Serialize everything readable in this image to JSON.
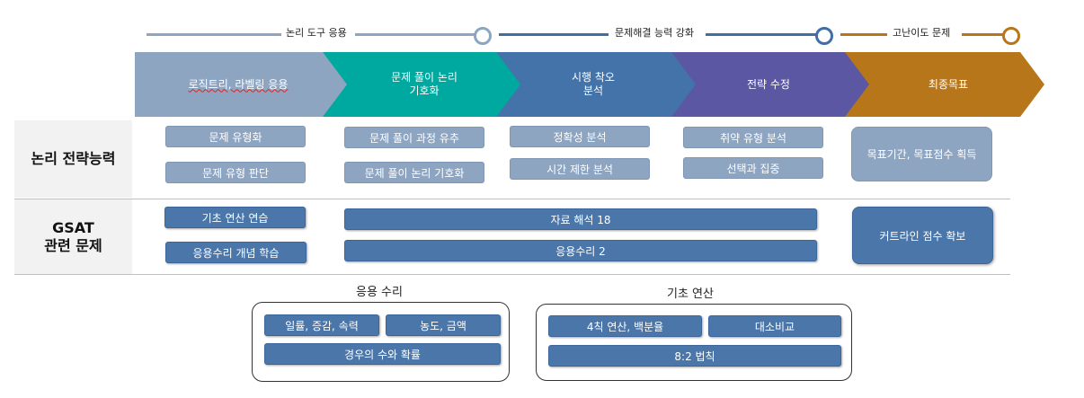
{
  "timeline": [
    {
      "label": "논리 도구 응용",
      "color": "#8ea5c2"
    },
    {
      "label": "문제해결 능력 강화",
      "color": "#3f6fa5"
    },
    {
      "label": "고난이도 문제",
      "color": "#b8761a"
    }
  ],
  "stages": [
    {
      "label": "로직트리, 라벨링 응용",
      "color": "#8ea5c2"
    },
    {
      "label": "문제 풀이 논리\n기호화",
      "color": "#00a9a0"
    },
    {
      "label": "시행 착오\n분석",
      "color": "#4373a9"
    },
    {
      "label": "전략 수정",
      "color": "#5b57a3"
    },
    {
      "label": "최종목표",
      "color": "#b8761a"
    }
  ],
  "rows": {
    "logic": {
      "header": "논리 전략능력"
    },
    "gsat": {
      "header": "GSAT\n관련 문제"
    }
  },
  "logic_items": {
    "col1": [
      "문제 유형화",
      "문제 유형 판단"
    ],
    "col2": [
      "문제 풀이 과정 유추",
      "문제 풀이 논리 기호화"
    ],
    "col3": [
      "정확성 분석",
      "시간 제한 분석"
    ],
    "col4": [
      "취약 유형 분석",
      "선택과 집중"
    ],
    "goal": "목표기간, 목표점수 획득"
  },
  "gsat_items": {
    "col1": [
      "기초 연산 연습",
      "응용수리 개념 학습"
    ],
    "wide": [
      "자료 해석 18",
      "응용수리 2"
    ],
    "goal": "커트라인 점수 확보"
  },
  "groups": {
    "applied": {
      "title": "응용 수리",
      "items": [
        "일률, 증감, 속력",
        "농도, 금액",
        "경우의 수와 확률"
      ]
    },
    "basic": {
      "title": "기초 연산",
      "items": [
        "4칙 연산, 백분율",
        "대소비교",
        "8:2 법칙"
      ]
    }
  }
}
